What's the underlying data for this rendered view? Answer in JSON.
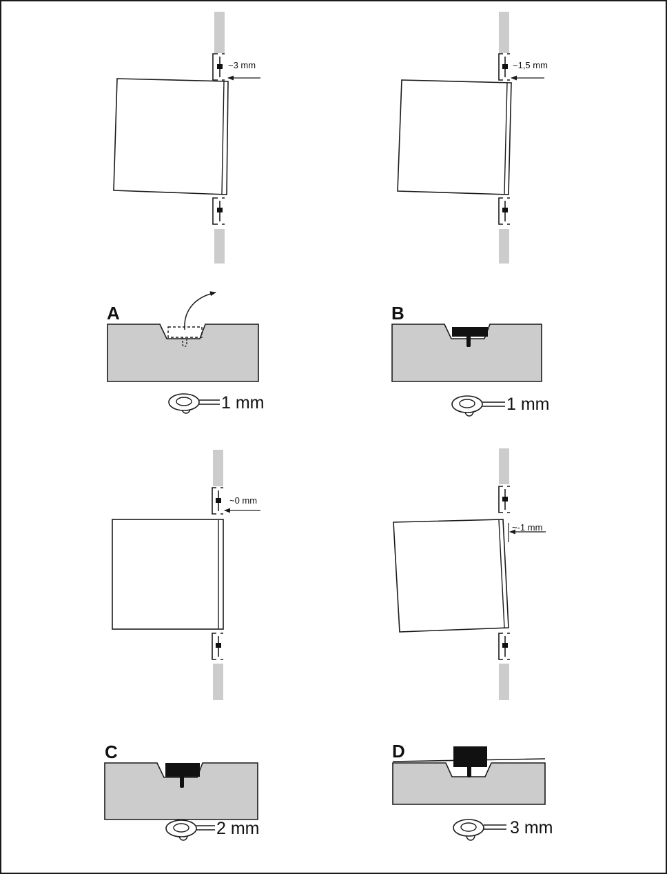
{
  "colors": {
    "wall": "#cccccc",
    "line": "#1a1a1a",
    "fill_dark": "#111111",
    "background": "#ffffff"
  },
  "panels": [
    {
      "id": "A",
      "letter": "A",
      "gap_label": "~3 mm",
      "spacer_label": "1 mm",
      "spacer_state": "removed"
    },
    {
      "id": "B",
      "letter": "B",
      "gap_label": "~1,5 mm",
      "spacer_label": "1 mm",
      "spacer_state": "inserted"
    },
    {
      "id": "C",
      "letter": "C",
      "gap_label": "~0 mm",
      "spacer_label": "2 mm",
      "spacer_state": "inserted"
    },
    {
      "id": "D",
      "letter": "D",
      "gap_label": "~-1 mm",
      "spacer_label": "3 mm",
      "spacer_state": "inserted"
    }
  ]
}
